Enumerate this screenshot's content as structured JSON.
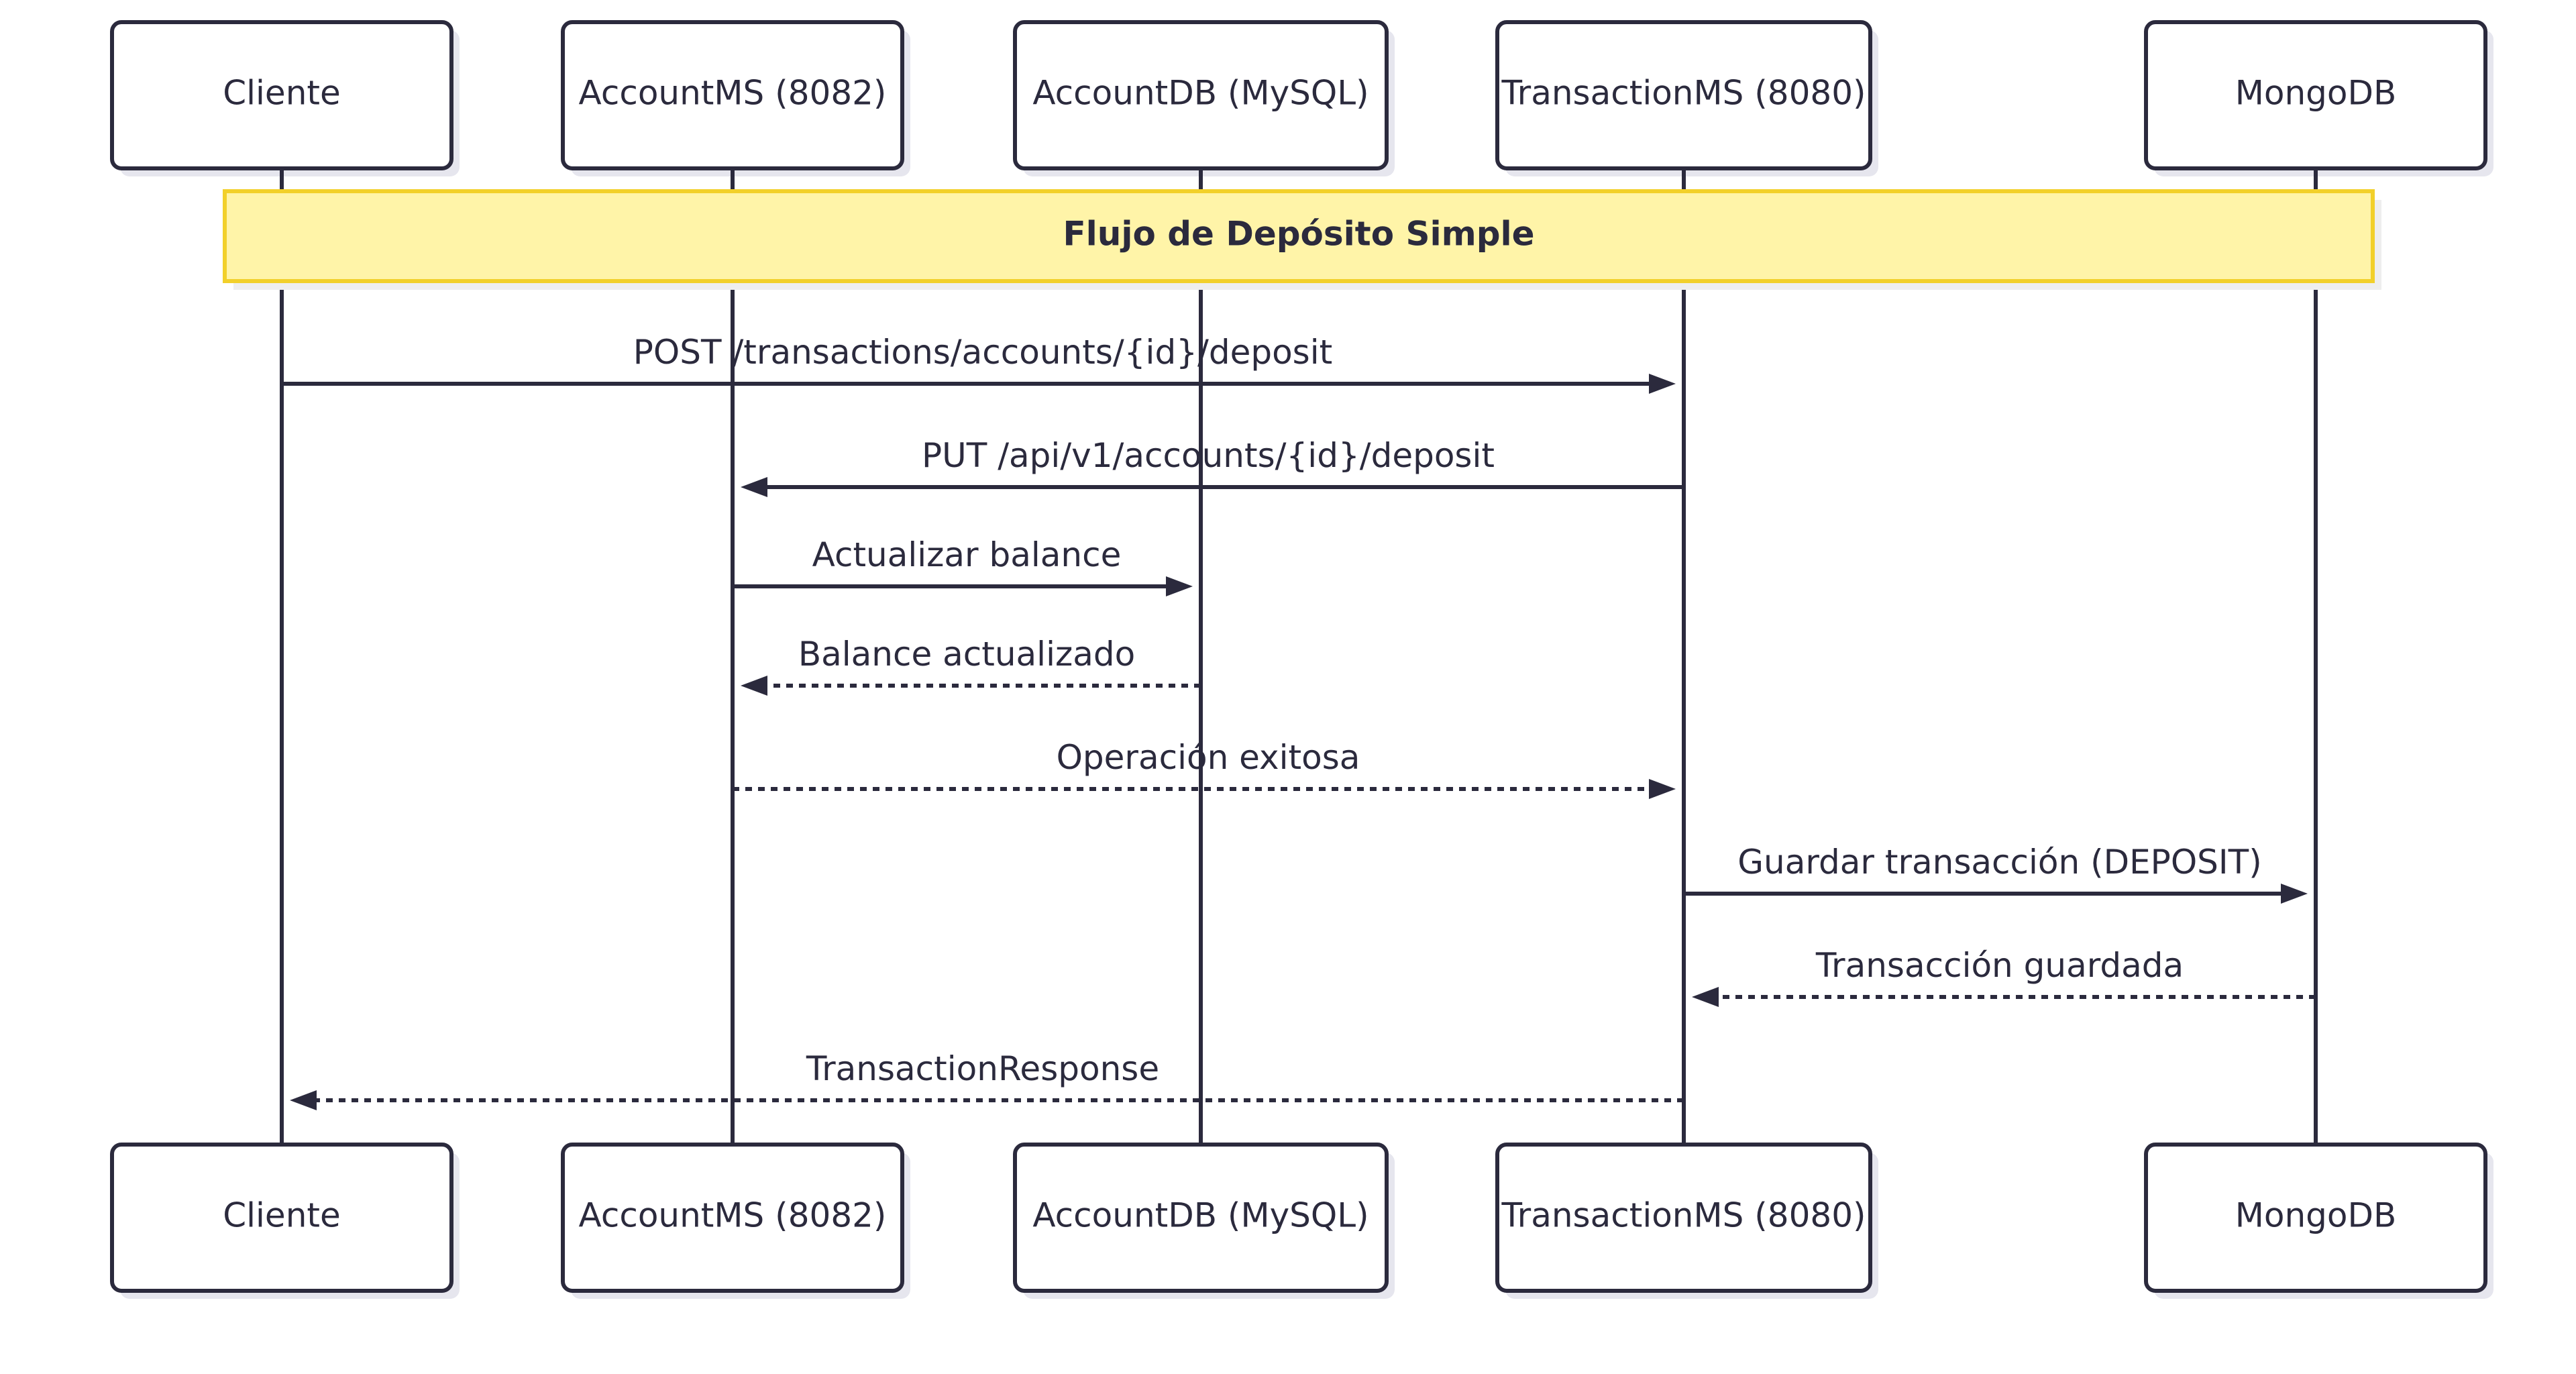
{
  "diagram": {
    "note": "Flujo de Depósito Simple",
    "participants": [
      {
        "id": "cliente",
        "label": "Cliente"
      },
      {
        "id": "accountms",
        "label": "AccountMS (8082)"
      },
      {
        "id": "accountdb",
        "label": "AccountDB (MySQL)"
      },
      {
        "id": "transactionms",
        "label": "TransactionMS (8080)"
      },
      {
        "id": "mongodb",
        "label": "MongoDB"
      }
    ],
    "messages": [
      {
        "from": "cliente",
        "to": "transactionms",
        "label": "POST /transactions/accounts/{id}/deposit",
        "style": "solid"
      },
      {
        "from": "transactionms",
        "to": "accountms",
        "label": "PUT /api/v1/accounts/{id}/deposit",
        "style": "solid"
      },
      {
        "from": "accountms",
        "to": "accountdb",
        "label": "Actualizar balance",
        "style": "solid"
      },
      {
        "from": "accountdb",
        "to": "accountms",
        "label": "Balance actualizado",
        "style": "dashed"
      },
      {
        "from": "accountms",
        "to": "transactionms",
        "label": "Operación exitosa",
        "style": "dashed"
      },
      {
        "from": "transactionms",
        "to": "mongodb",
        "label": "Guardar transacción (DEPOSIT)",
        "style": "solid"
      },
      {
        "from": "mongodb",
        "to": "transactionms",
        "label": "Transacción guardada",
        "style": "dashed"
      },
      {
        "from": "transactionms",
        "to": "cliente",
        "label": "TransactionResponse",
        "style": "dashed"
      }
    ]
  }
}
